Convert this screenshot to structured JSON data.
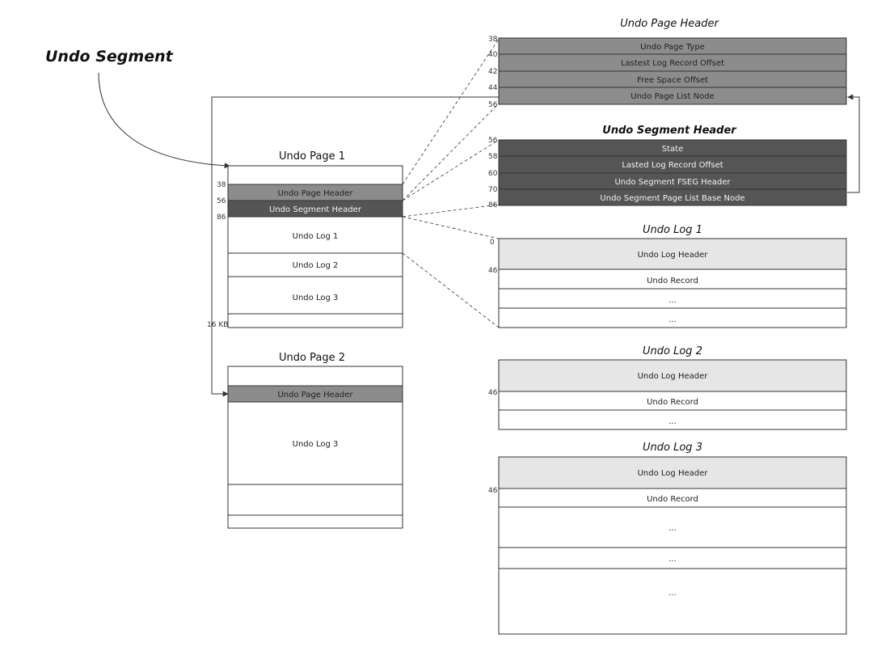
{
  "segment_label": "Undo Segment",
  "page1": {
    "title": "Undo Page 1",
    "header": "Undo Page Header",
    "seg_header": "Undo Segment Header",
    "logs": [
      "Undo Log 1",
      "Undo Log 2",
      "Undo Log 3"
    ],
    "offsets": [
      "38",
      "56",
      "86",
      "16 KB"
    ]
  },
  "page2": {
    "title": "Undo Page 2",
    "header": "Undo Page Header",
    "log": "Undo Log 3"
  },
  "page_header_detail": {
    "title": "Undo Page Header",
    "rows": [
      "Undo Page Type",
      "Lastest Log Record Offset",
      "Free Space Offset",
      "Undo Page List Node"
    ],
    "offsets": [
      "38",
      "40",
      "42",
      "44",
      "56"
    ]
  },
  "segment_header_detail": {
    "title": "Undo Segment Header",
    "rows": [
      "State",
      "Lasted Log Record Offset",
      "Undo Segment FSEG Header",
      "Undo Segment Page List Base Node"
    ],
    "offsets": [
      "56",
      "58",
      "60",
      "70",
      "86"
    ]
  },
  "undo_log_1": {
    "title": "Undo Log 1",
    "header": "Undo Log Header",
    "record": "Undo Record",
    "more": [
      "...",
      "..."
    ],
    "offsets": [
      "0",
      "46"
    ]
  },
  "undo_log_2": {
    "title": "Undo Log 2",
    "header": "Undo Log Header",
    "record": "Undo Record",
    "more": [
      "..."
    ],
    "offsets": [
      "46"
    ]
  },
  "undo_log_3": {
    "title": "Undo Log 3",
    "header": "Undo Log Header",
    "record": "Undo Record",
    "more": [
      "...",
      "...",
      "..."
    ],
    "offsets": [
      "46"
    ]
  },
  "colors": {
    "page_header_fill": "#8c8c8c",
    "segment_header_fill": "#555555",
    "log_header_fill": "#e6e6e6",
    "stroke": "#333333"
  }
}
